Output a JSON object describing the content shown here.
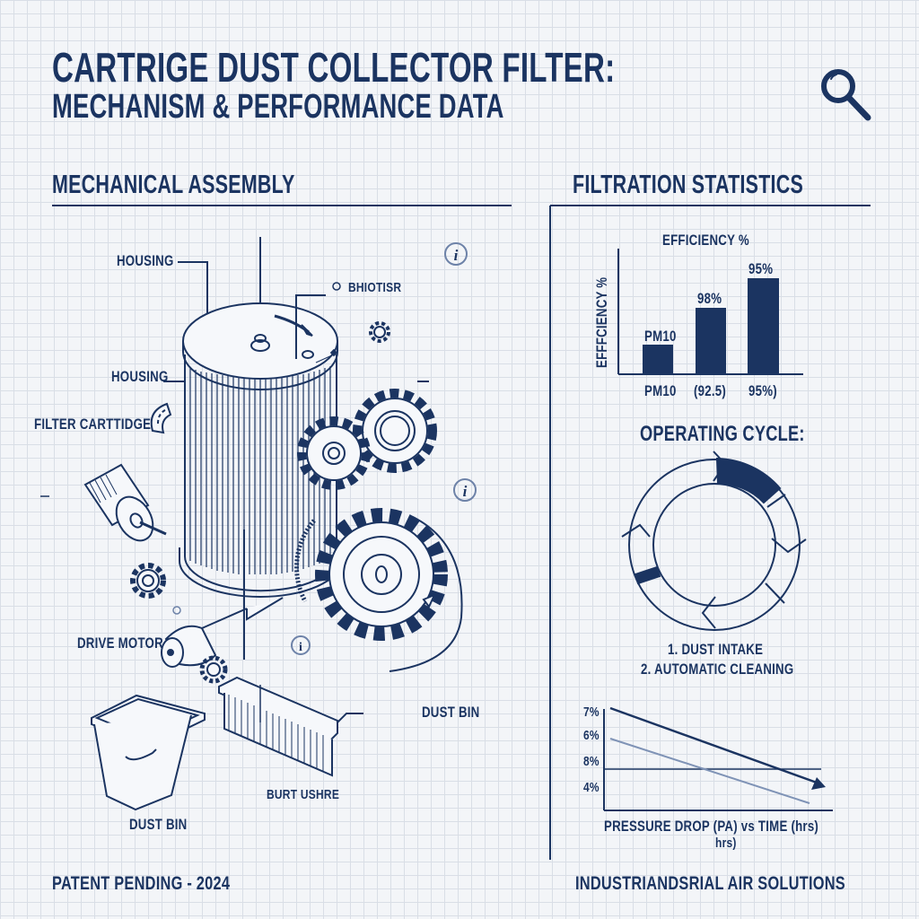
{
  "header": {
    "title_line1": "CARTRIGE DUST COLLECTOR FILTER:",
    "title_line2": "MECHANISM & PERFORMANCE DATA",
    "icon": "magnifier-icon"
  },
  "colors": {
    "ink": "#1b3461",
    "grid": "#d9dee6",
    "background": "#f3f5f8",
    "light_line": "#7f93b6"
  },
  "left_panel": {
    "heading": "MECHANICAL ASSEMBLY",
    "callouts": [
      {
        "label": "HOUSING"
      },
      {
        "label": "BHIOTISR"
      },
      {
        "label": "HOUSING"
      },
      {
        "label": "FILTER CARTTIDGE"
      },
      {
        "label": "DRIVE MOTOR"
      },
      {
        "label": "DUST BIN"
      },
      {
        "label": "DUST BIN"
      },
      {
        "label": "BURT USHRE"
      }
    ],
    "info_icons": 3
  },
  "right_panel": {
    "heading": "FILTRATION STATISTICS",
    "cycle": {
      "title": "OPERATING CYCLE:",
      "steps": [
        "1. DUST INTAKE",
        "2. AUTOMATIC CLEANING"
      ]
    }
  },
  "chart_data": [
    {
      "type": "bar",
      "title": "EFFICIENCY %",
      "ylabel": "EFFFCIENCY %",
      "xlabel": "",
      "categories": [
        "PM10",
        "(92.5)",
        "95%)"
      ],
      "bar_labels": [
        "PM10",
        "98%",
        "95%"
      ],
      "values": [
        30,
        68,
        97
      ],
      "ylim": [
        0,
        120
      ],
      "grid": false
    },
    {
      "type": "line",
      "title": "",
      "xlabel": "PRESSURE DROP (PA) vs TIME (hrs)",
      "xlabel_wrap": "hrs)",
      "ylabel": "",
      "y_ticks": [
        "7%",
        "6%",
        "8%",
        "4%"
      ],
      "series": [
        {
          "name": "dark-trend",
          "x": [
            0,
            1
          ],
          "y": [
            7.1,
            4.1
          ],
          "arrow": true
        },
        {
          "name": "light-trend",
          "x": [
            0,
            1
          ],
          "y": [
            6.0,
            3.6
          ]
        },
        {
          "name": "threshold",
          "x": [
            0,
            1
          ],
          "y": [
            5.0,
            5.0
          ]
        }
      ]
    }
  ],
  "footer": {
    "left": "PATENT PENDING - 2024",
    "right": "INDUSTRIANDSRIAL AIR SOLUTIONS"
  }
}
